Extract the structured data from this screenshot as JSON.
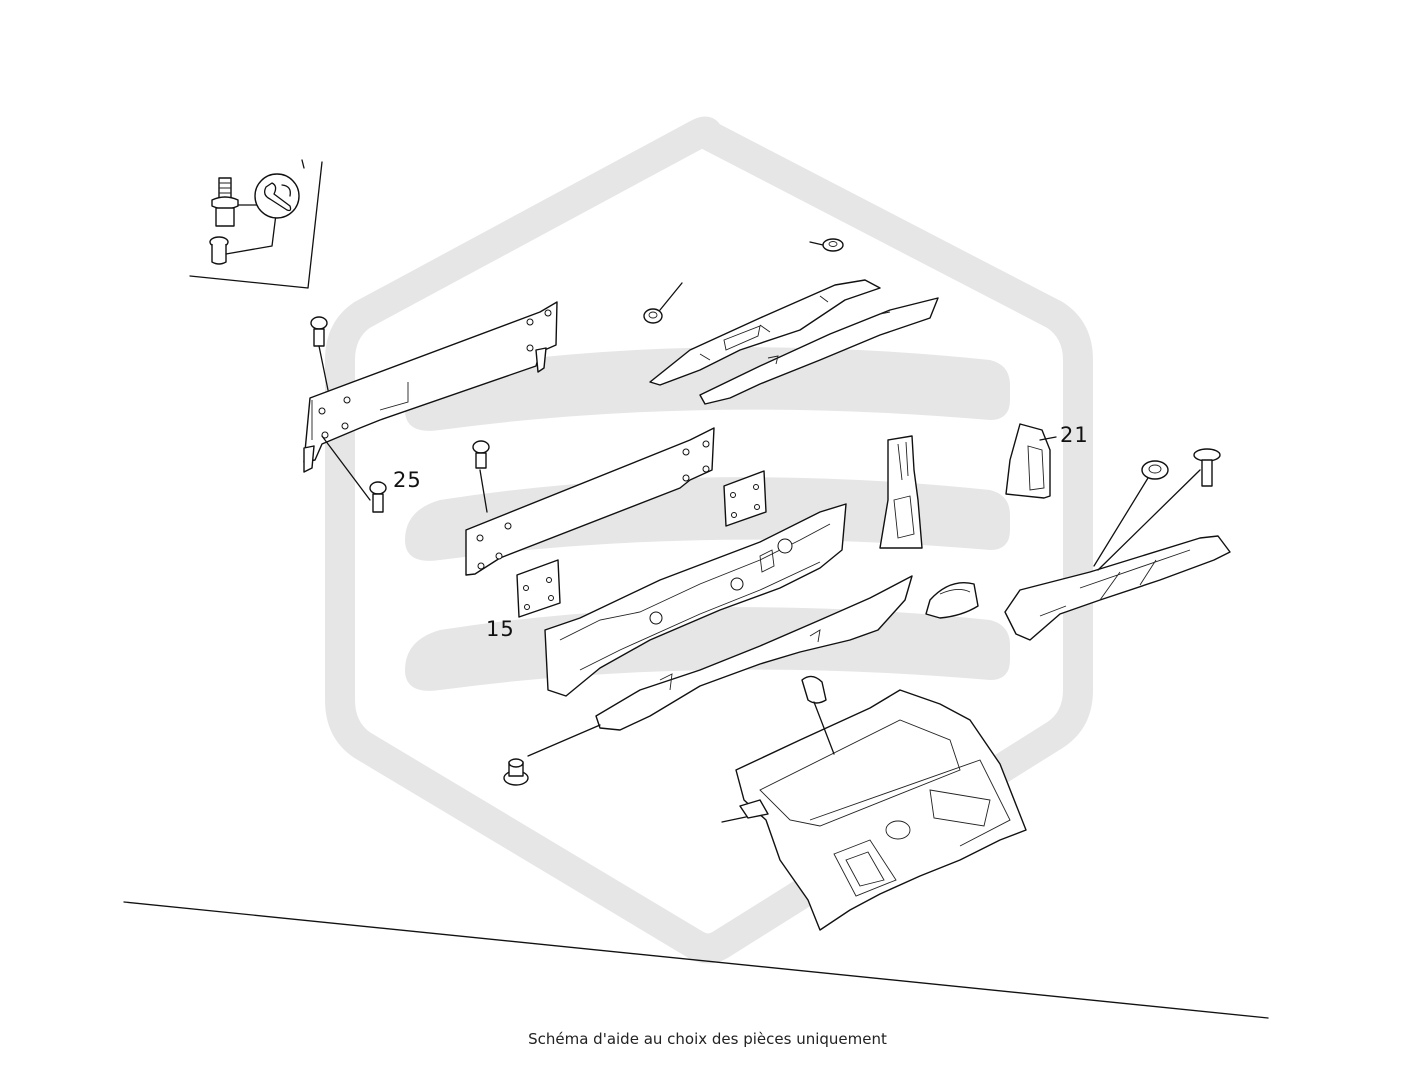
{
  "diagram": {
    "callouts": [
      {
        "id": "25",
        "text": "25"
      },
      {
        "id": "15",
        "text": "15"
      },
      {
        "id": "21",
        "text": "21"
      }
    ],
    "caption": "Schéma d'aide au choix des pièces uniquement",
    "watermark_icon": "hexagon-stripes-logo",
    "tool_icon": "wrench-icon",
    "colors": {
      "line": "#111111",
      "watermark": "#e6e6e6",
      "background": "#ffffff"
    }
  }
}
